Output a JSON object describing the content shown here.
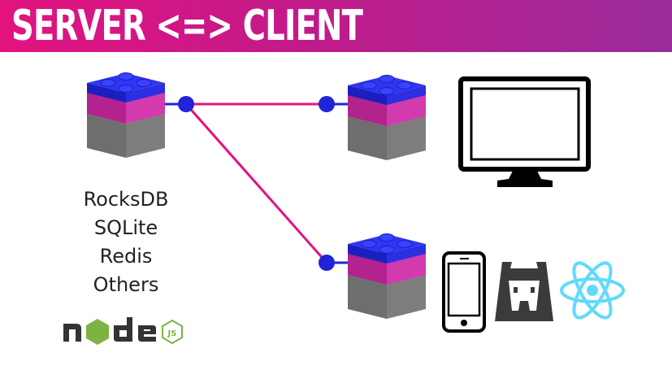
{
  "header": {
    "title": "SERVER <=> CLIENT",
    "bg_start": "#e2137f",
    "bg_end": "#9a2c9a"
  },
  "colors": {
    "block_top": "#1f24d6",
    "block_middle": "#c0299e",
    "block_bottom": "#6e6e6e",
    "connector_line": "#e2137f",
    "connector_dot": "#1f24d6",
    "react": "#61dafb"
  },
  "server": {
    "databases": [
      "RocksDB",
      "SQLite",
      "Redis",
      "Others"
    ],
    "runtime_logo": {
      "word": "node",
      "badge": "JS"
    }
  },
  "clients": [
    {
      "name": "desktop",
      "icon": "monitor-icon"
    },
    {
      "name": "mobile",
      "icons": [
        "smartphone-icon",
        "cordova-icon",
        "react-icon"
      ]
    }
  ]
}
